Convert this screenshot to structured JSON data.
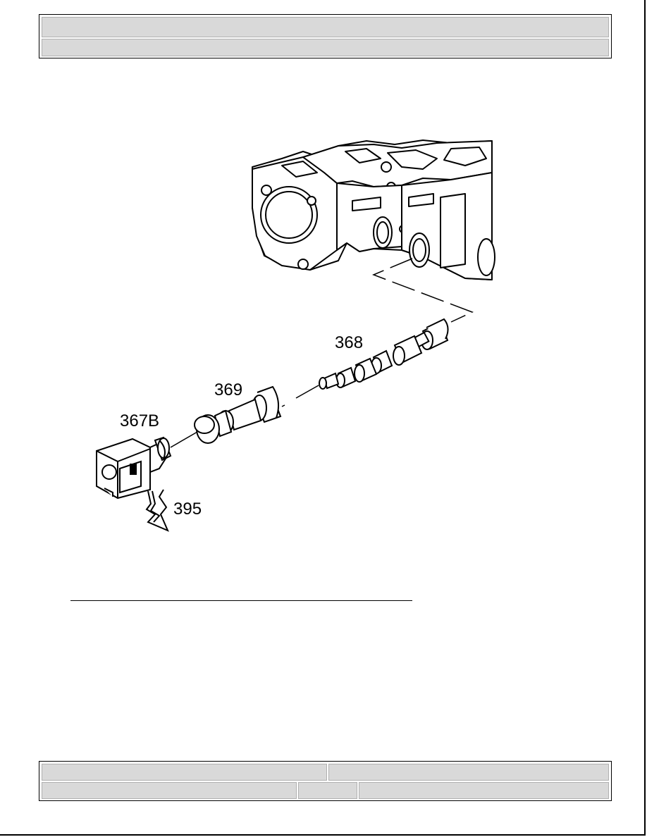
{
  "header": {
    "title": "",
    "subtitle": ""
  },
  "figure": {
    "callouts": {
      "c367b": "367B",
      "c368": "368",
      "c369": "369",
      "c395": "395"
    }
  },
  "footer": {
    "top_left": "",
    "top_right": "",
    "bottom_left": "",
    "bottom_middle": "",
    "bottom_right": ""
  }
}
